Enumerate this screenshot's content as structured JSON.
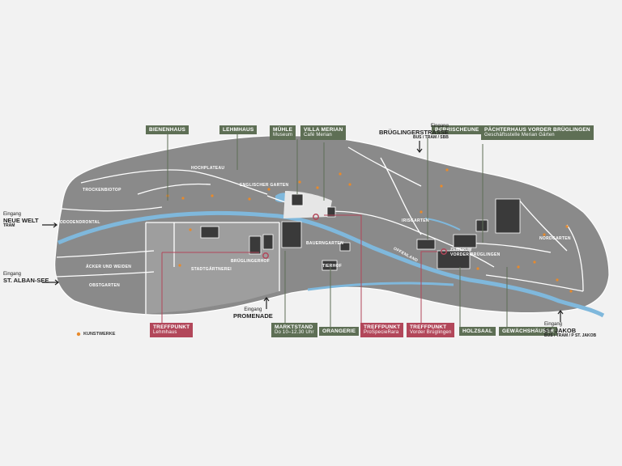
{
  "colors": {
    "park": "#8a8a8a",
    "river": "#7fb8dc",
    "path": "#ffffff",
    "label_green": "#5e6f55",
    "label_red": "#b2475a",
    "artwork_dot": "#e88a2c"
  },
  "top_labels": {
    "bienenhaus": "BIENENHAUS",
    "lehmhaus": "LEHMHAUS",
    "muehle": {
      "title": "MÜHLE",
      "sub": "Museum"
    },
    "villa": {
      "title": "VILLA MERIAN",
      "sub": "Café Merian"
    },
    "berrischeune": "BERRISCHEUNE",
    "paechterhaus": {
      "title": "PÄCHTERHAUS VORDER BRÜGLINGEN",
      "sub": "Geschäftsstelle Merian Gärten"
    }
  },
  "bottom_labels": {
    "treffpunkt_lehmhaus": {
      "title": "TREFFPUNKT",
      "sub": "Lehmhaus"
    },
    "marktstand": {
      "title": "MARKTSTAND",
      "sub": "Do 10–12.30 Uhr"
    },
    "orangerie": "ORANGERIE",
    "treffpunkt_psr": {
      "title": "TREFFPUNKT",
      "sub": "ProSpecieRara"
    },
    "treffpunkt_vb": {
      "title": "TREFFPUNKT",
      "sub": "Vorder Brüglingen"
    },
    "holzsaal": "HOLZSAAL",
    "gewaechshaeuser": "GEWÄCHSHÄUSER"
  },
  "entrances": {
    "neue_welt": {
      "pre": "Eingang",
      "name": "NEUE WELT",
      "sub": "TRAM"
    },
    "st_alban": {
      "pre": "Eingang",
      "name": "ST. ALBAN-SEE"
    },
    "promenade": {
      "pre": "Eingang",
      "name": "PROMENADE"
    },
    "bruglinger": {
      "pre": "Eingang",
      "name": "BRÜGLINGERSTRASSE",
      "sub": "BUS / TRAM / SBB"
    },
    "st_jakob": {
      "pre": "Eingang",
      "name": "ST. JAKOB",
      "sub": "BUS / TRAM / P ST. JAKOB"
    }
  },
  "areas": {
    "trockenbiotop": "TROCKENBIOTOP",
    "hochplateau": "HOCHPLATEAU",
    "englischer_garten": "ENGLISCHER GARTEN",
    "rhododendrontal": "RHODODENDRONTAL",
    "aecker": "ÄCKER UND WEIDEN",
    "obstgarten": "OBSTGARTEN",
    "stadtgaertnerei": "STADTGÄRTNEREI",
    "brueglingerhof": "BRÜGLINGERHOF",
    "bauerngarten": "BAUERNGARTEN",
    "tierhof": "TIERHOF",
    "irisgarten": "IRISGARTEN",
    "zentrum": "ZENTRUM\nVORDER BRÜGLINGEN",
    "nordgarten": "NORDGARTEN",
    "offenland": "OFFENLAND"
  },
  "legend": {
    "kunstwerke": "KUNSTWERKE"
  }
}
